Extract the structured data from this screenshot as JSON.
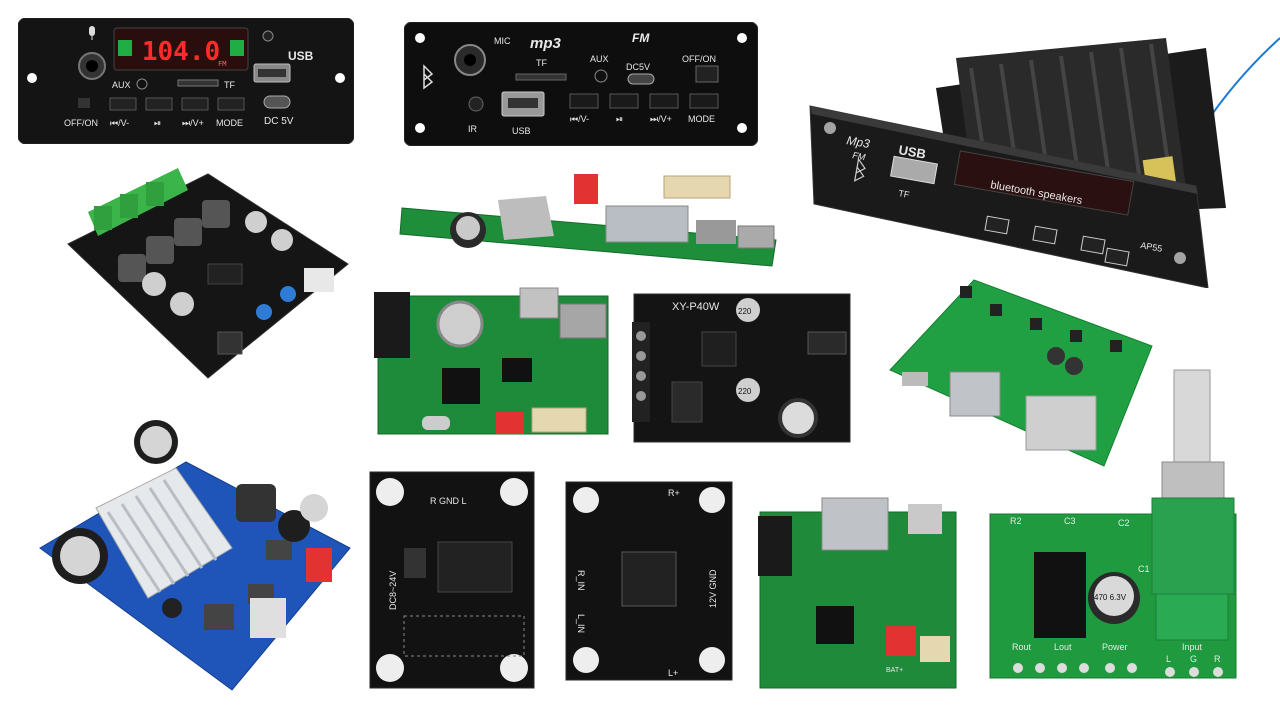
{
  "colors": {
    "pcb_green": "#1e8a3a",
    "pcb_black": "#1a1a1a",
    "pcb_blue": "#1f55b8",
    "panel_black": "#111111",
    "display_red": "#ff2a2a",
    "heatsink_silver": "#d9dde2"
  },
  "panel1": {
    "display": "104.0",
    "display_sub": "FM",
    "usb": "USB",
    "aux": "AUX",
    "tf": "TF",
    "dc": "DC 5V",
    "offon": "OFF/ON",
    "prev": "⏮/V-",
    "play": "⏯",
    "next": "⏭/V+",
    "mode": "MODE"
  },
  "panel2": {
    "mic": "MIC",
    "logo": "mp3",
    "fm": "FM",
    "tf": "TF",
    "aux": "AUX",
    "dc": "DC5V",
    "offon": "OFF/ON",
    "usb": "USB",
    "ir": "IR",
    "prev": "⏮/V-",
    "play": "⏯",
    "next": "⏭/V+",
    "mode": "MODE"
  },
  "panel3": {
    "logo": "Mp3",
    "fm": "FM",
    "usb": "USB",
    "tf": "TF",
    "display": "bluetooth speakers",
    "model": "AP55"
  },
  "board_xy": {
    "model": "XY-P40W",
    "cap": "220"
  },
  "board_black1": {
    "rgndl": "R GND L",
    "voltage": "DC8~24V"
  },
  "board_black2": {
    "r_in": "R_IN",
    "l_in": "L_IN",
    "gnd": "12V GND",
    "rplus": "R+",
    "lplus": "L+"
  },
  "board_green_small": {
    "bat": "BAT+"
  },
  "board_pot": {
    "cap": "470 6.3V",
    "rout": "Rout",
    "lout": "Lout",
    "power": "Power",
    "input": "Input",
    "l": "L",
    "g": "G",
    "r": "R",
    "c3": "C3",
    "c2": "C2",
    "r2": "R2",
    "c1": "C1"
  }
}
